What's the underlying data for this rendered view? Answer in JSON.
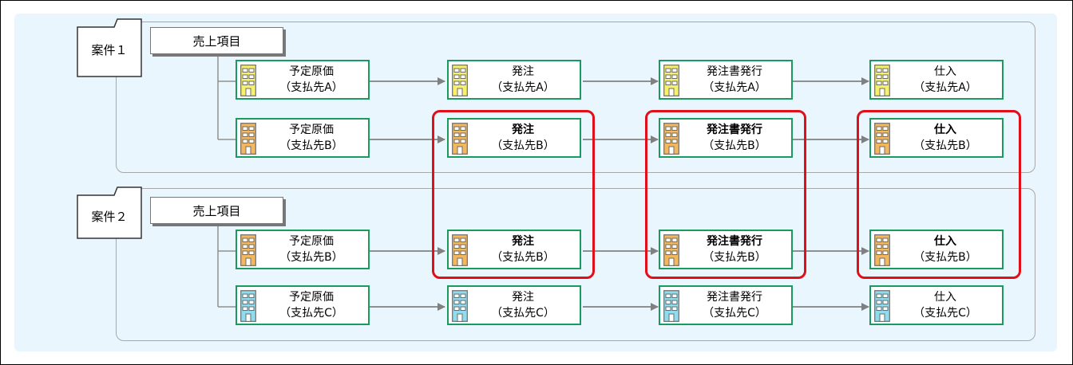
{
  "cases": [
    {
      "label": "案件１",
      "sales_item": "売上項目"
    },
    {
      "label": "案件２",
      "sales_item": "売上項目"
    }
  ],
  "colors": {
    "yellow": "#f6f06a",
    "orange": "#f3b85e",
    "cyan": "#8fdcee",
    "node_border": "#1a9a5e",
    "highlight": "#e00f1a",
    "panel": "#e9f6fd"
  },
  "rows": [
    {
      "icon": "building-icon",
      "color": "yellow",
      "bold": false,
      "nodes": [
        {
          "title": "予定原価",
          "sub": "（支払先A）"
        },
        {
          "title": "発注",
          "sub": "（支払先A）"
        },
        {
          "title": "発注書発行",
          "sub": "（支払先A）"
        },
        {
          "title": "仕入",
          "sub": "（支払先A）"
        }
      ]
    },
    {
      "icon": "building-icon",
      "color": "orange",
      "bold": true,
      "nodes": [
        {
          "title": "予定原価",
          "sub": "（支払先B）"
        },
        {
          "title": "発注",
          "sub": "（支払先B）"
        },
        {
          "title": "発注書発行",
          "sub": "（支払先B）"
        },
        {
          "title": "仕入",
          "sub": "（支払先B）"
        }
      ]
    },
    {
      "icon": "building-icon",
      "color": "orange",
      "bold": true,
      "nodes": [
        {
          "title": "予定原価",
          "sub": "（支払先B）"
        },
        {
          "title": "発注",
          "sub": "（支払先B）"
        },
        {
          "title": "発注書発行",
          "sub": "（支払先B）"
        },
        {
          "title": "仕入",
          "sub": "（支払先B）"
        }
      ]
    },
    {
      "icon": "building-icon",
      "color": "cyan",
      "bold": false,
      "nodes": [
        {
          "title": "予定原価",
          "sub": "（支払先C）"
        },
        {
          "title": "発注",
          "sub": "（支払先C）"
        },
        {
          "title": "発注書発行",
          "sub": "（支払先C）"
        },
        {
          "title": "仕入",
          "sub": "（支払先C）"
        }
      ]
    }
  ]
}
